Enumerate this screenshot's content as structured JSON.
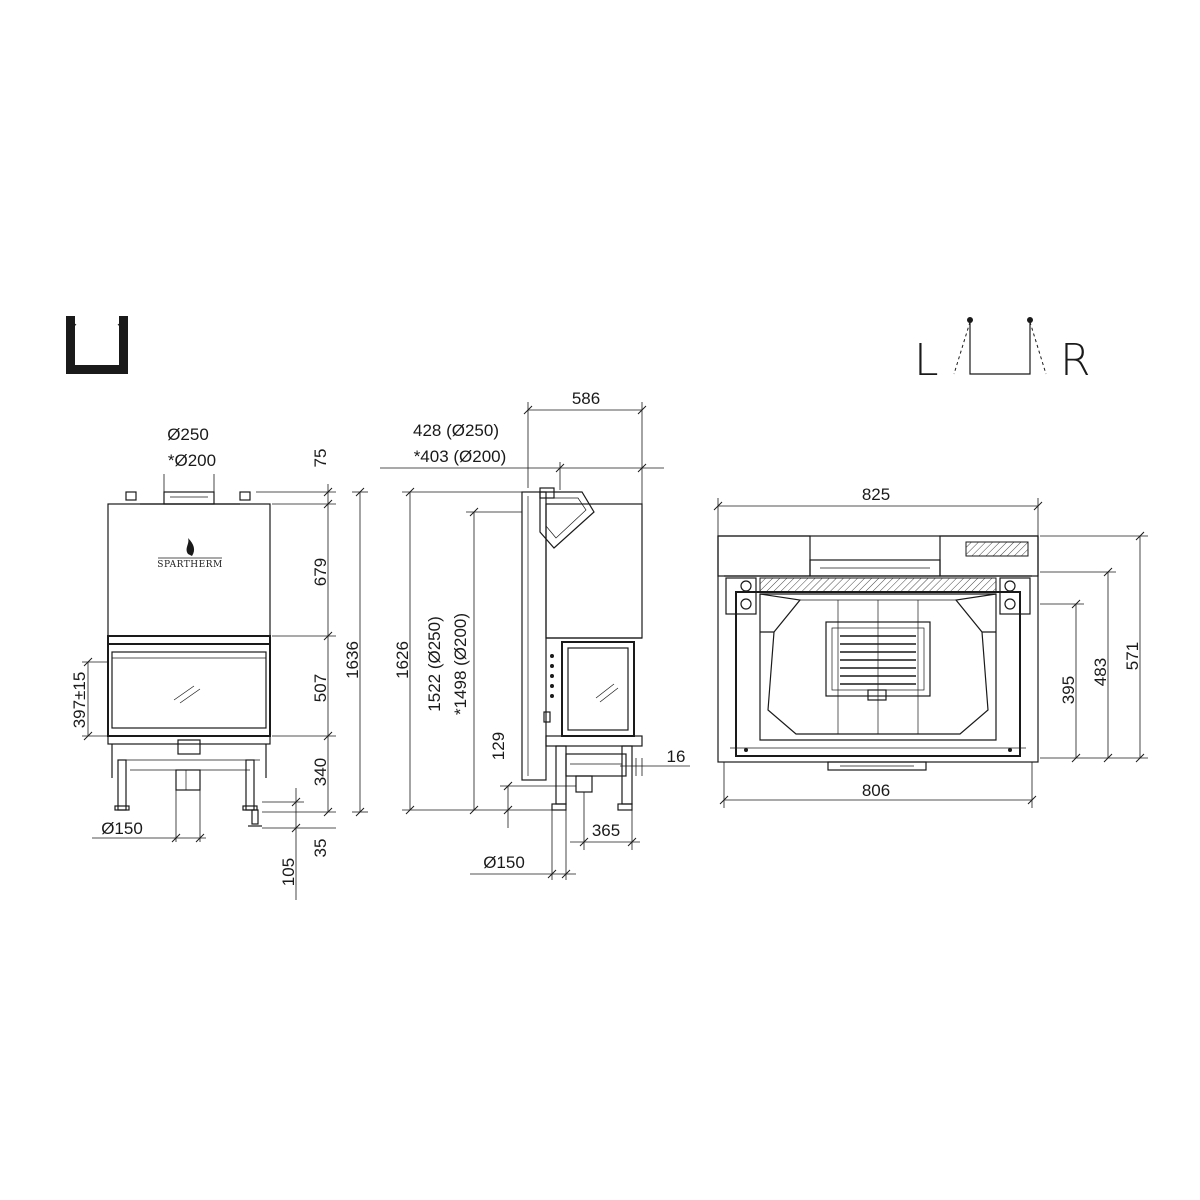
{
  "brand": "SPARTHERM",
  "orientation": {
    "left_label": "L",
    "right_label": "R"
  },
  "front_view": {
    "flue_top_1": "Ø250",
    "flue_top_2": "*Ø200",
    "dim_top": "75",
    "dim_upper": "679",
    "dim_window": "507",
    "dim_base": "340",
    "dim_total": "1636",
    "dim_side": "397±15",
    "dim_inlet": "Ø150",
    "dim_foot": "35",
    "dim_foot_total": "105"
  },
  "side_view": {
    "dim_depth": "586",
    "flue_offset_1": "428 (Ø250)",
    "flue_offset_2": "*403 (Ø200)",
    "dim_total": "1626",
    "dim_flue_height_1": "1522 (Ø250)",
    "dim_flue_height_2": "*1498 (Ø200)",
    "dim_inlet_height": "129",
    "dim_side_glass": "16",
    "dim_inlet_offset": "365",
    "dim_inlet": "Ø150"
  },
  "top_view": {
    "dim_width_top": "825",
    "dim_width_bottom": "806",
    "dim_d1": "395",
    "dim_d2": "483",
    "dim_d3": "571"
  }
}
